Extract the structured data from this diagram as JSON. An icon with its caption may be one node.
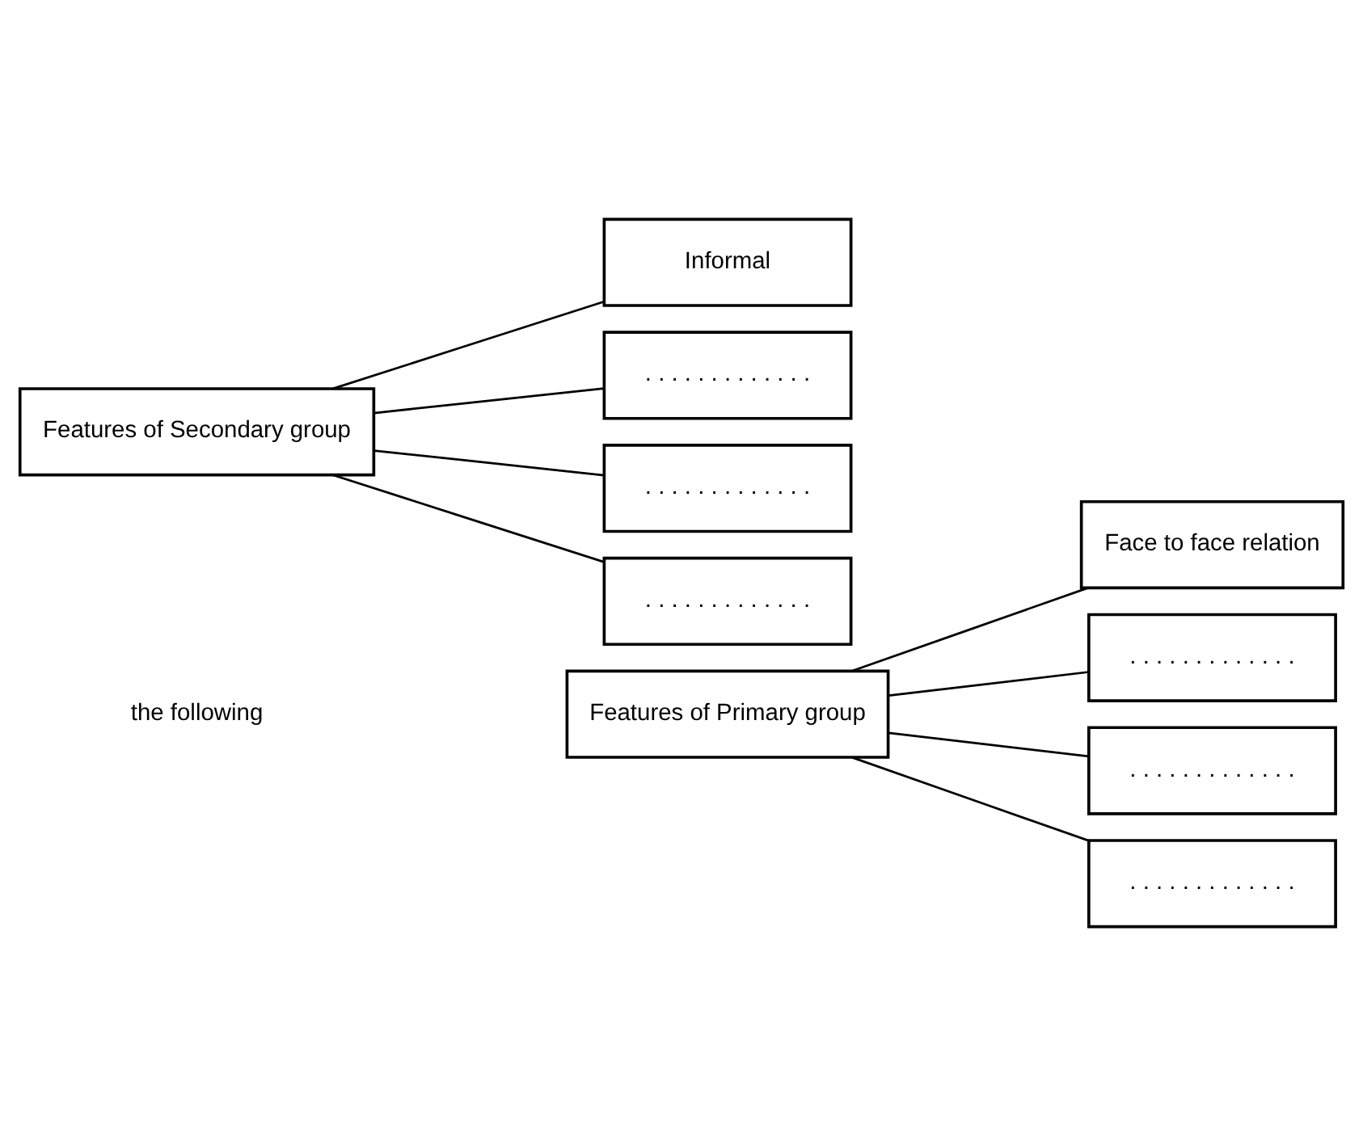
{
  "diagram": {
    "nodes": [
      {
        "text": [
          "Features of Primary group"
        ]
      },
      {
        "text": [
          "Face to face relation"
        ]
      },
      {
        "text": [
          ". . . . . . . . . . . . ."
        ]
      },
      {
        "text": [
          ". . . . . . . . . . . . ."
        ]
      },
      {
        "text": [
          ". . . . . . . . . . . . ."
        ]
      },
      {
        "text": [
          "Features of Secondary group"
        ]
      },
      {
        "text": [
          "Informal"
        ]
      },
      {
        "text": [
          ". . . . . . . . . . . . ."
        ]
      },
      {
        "text": [
          ". . . . . . . . . . . . ."
        ]
      },
      {
        "text": [
          ". . . . . . . . . . . . ."
        ]
      }
    ],
    "edges": [
      {
        "from": 0,
        "to": 1,
        "arrow": "none"
      },
      {
        "from": 0,
        "to": 2,
        "arrow": "none"
      },
      {
        "from": 0,
        "to": 3,
        "arrow": "none"
      },
      {
        "from": 0,
        "to": 4,
        "arrow": "none"
      },
      {
        "from": 5,
        "to": 6,
        "arrow": "none"
      },
      {
        "from": 5,
        "to": 7,
        "arrow": "none"
      },
      {
        "from": 5,
        "to": 8,
        "arrow": "none"
      },
      {
        "from": 5,
        "to": 9,
        "arrow": "none"
      }
    ],
    "labels": [
      "the following"
    ]
  }
}
